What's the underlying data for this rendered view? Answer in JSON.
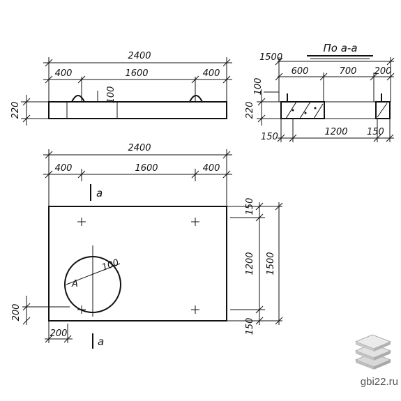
{
  "side_view": {
    "overall_length": "2400",
    "left_offset": "400",
    "middle_span": "1600",
    "right_offset": "400",
    "height": "220",
    "loop_height": "100"
  },
  "section_view": {
    "title": "По а-а",
    "overall_width": "1500",
    "left_part": "600",
    "middle_part": "700",
    "right_part": "200",
    "loop_height": "100",
    "height": "220",
    "left_edge": "150",
    "inner_span": "1200",
    "right_edge": "150"
  },
  "plan_view": {
    "overall_length": "2400",
    "left_offset": "400",
    "middle_span": "1600",
    "right_offset": "400",
    "top_edge": "150",
    "inner_span": "1200",
    "overall_width": "1500",
    "bottom_edge": "150",
    "hole_offset_y": "200",
    "hole_offset_x": "200",
    "hole_label": "A",
    "hole_dim": "100",
    "cut_mark_top": "a",
    "cut_mark_bottom": "a"
  },
  "watermark": {
    "text": "gbi22.ru",
    "icon": "stacked-slabs-icon"
  }
}
